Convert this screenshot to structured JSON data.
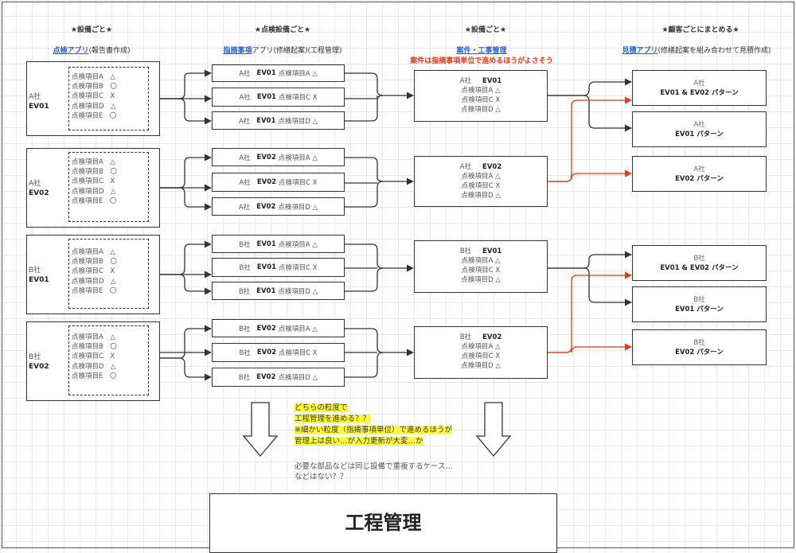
{
  "headers": {
    "col1": "★設備ごと★",
    "col2": "★点検設備ごと★",
    "col3": "★設備ごと★",
    "col4": "★顧客ごとにまとめる★"
  },
  "subheaders": {
    "col1": {
      "link": "点検アプリ",
      "rest": "(報告書作成)"
    },
    "col2": {
      "link": "指摘事項",
      "rest": "アプリ(修繕起案)(工程管理)"
    },
    "col3": {
      "link": "案件・工事管理",
      "note": "案件は指摘事項単位で進めるほうがよさそう"
    },
    "col4": {
      "link": "見積アプリ",
      "rest": "(修繕起案を組み合わせて見積作成)"
    }
  },
  "equipment": [
    {
      "company": "A社",
      "ev": "EV01",
      "items": [
        "点検項目A　△",
        "点検項目B　〇",
        "点検項目C　X",
        "点検項目D　△",
        "点検項目E　〇"
      ]
    },
    {
      "company": "A社",
      "ev": "EV02",
      "items": [
        "点検項目A　△",
        "点検項目B　〇",
        "点検項目C　X",
        "点検項目D　△",
        "点検項目E　〇"
      ]
    },
    {
      "company": "B社",
      "ev": "EV01",
      "items": [
        "点検項目A　△",
        "点検項目B　〇",
        "点検項目C　X",
        "点検項目D　△",
        "点検項目E　〇"
      ]
    },
    {
      "company": "B社",
      "ev": "EV02",
      "items": [
        "点検項目A　△",
        "点検項目B　〇",
        "点検項目C　X",
        "点検項目D　△",
        "点検項目E　〇"
      ]
    }
  ],
  "findings": [
    {
      "company": "A社",
      "ev": "EV01",
      "item": "点検項目A △"
    },
    {
      "company": "A社",
      "ev": "EV01",
      "item": "点検項目C X"
    },
    {
      "company": "A社",
      "ev": "EV01",
      "item": "点検項目D △"
    },
    {
      "company": "A社",
      "ev": "EV02",
      "item": "点検項目A △"
    },
    {
      "company": "A社",
      "ev": "EV02",
      "item": "点検項目C X"
    },
    {
      "company": "A社",
      "ev": "EV02",
      "item": "点検項目D △"
    },
    {
      "company": "B社",
      "ev": "EV01",
      "item": "点検項目A △"
    },
    {
      "company": "B社",
      "ev": "EV01",
      "item": "点検項目C X"
    },
    {
      "company": "B社",
      "ev": "EV01",
      "item": "点検項目D △"
    },
    {
      "company": "B社",
      "ev": "EV02",
      "item": "点検項目A △"
    },
    {
      "company": "B社",
      "ev": "EV02",
      "item": "点検項目C X"
    },
    {
      "company": "B社",
      "ev": "EV02",
      "item": "点検項目D △"
    }
  ],
  "projects": [
    {
      "company": "A社",
      "ev": "EV01",
      "items": [
        "点検項目A △",
        "点検項目C X",
        "点検項目D △"
      ]
    },
    {
      "company": "A社",
      "ev": "EV02",
      "items": [
        "点検項目A △",
        "点検項目C X",
        "点検項目D △"
      ]
    },
    {
      "company": "B社",
      "ev": "EV01",
      "items": [
        "点検項目A △",
        "点検項目C X",
        "点検項目D △"
      ]
    },
    {
      "company": "B社",
      "ev": "EV02",
      "items": [
        "点検項目A △",
        "点検項目C X",
        "点検項目D △"
      ]
    }
  ],
  "customers": [
    {
      "company": "A社",
      "pattern": "EV01 & EV02 パターン"
    },
    {
      "company": "A社",
      "pattern": "EV01 パターン"
    },
    {
      "company": "A社",
      "pattern": "EV02 パターン"
    },
    {
      "company": "B社",
      "pattern": "EV01 & EV02 パターン"
    },
    {
      "company": "B社",
      "pattern": "EV01 パターン"
    },
    {
      "company": "B社",
      "pattern": "EV02 パターン"
    }
  ],
  "note_highlight": [
    "どちらの粒度で",
    "工程管理を進める？？",
    "※細かい粒度（指摘事項単位）で進めるほうが",
    "管理上は良い…が入力更新が大変…か"
  ],
  "note_plain": "必要な部品などは同じ設備で重複するケース…\nなどはない？？",
  "bottom_box": "工程管理",
  "colors": {
    "link": "#2a62d6",
    "red": "#e53a1a",
    "highlight": "#ffff33",
    "line": "#333333"
  }
}
